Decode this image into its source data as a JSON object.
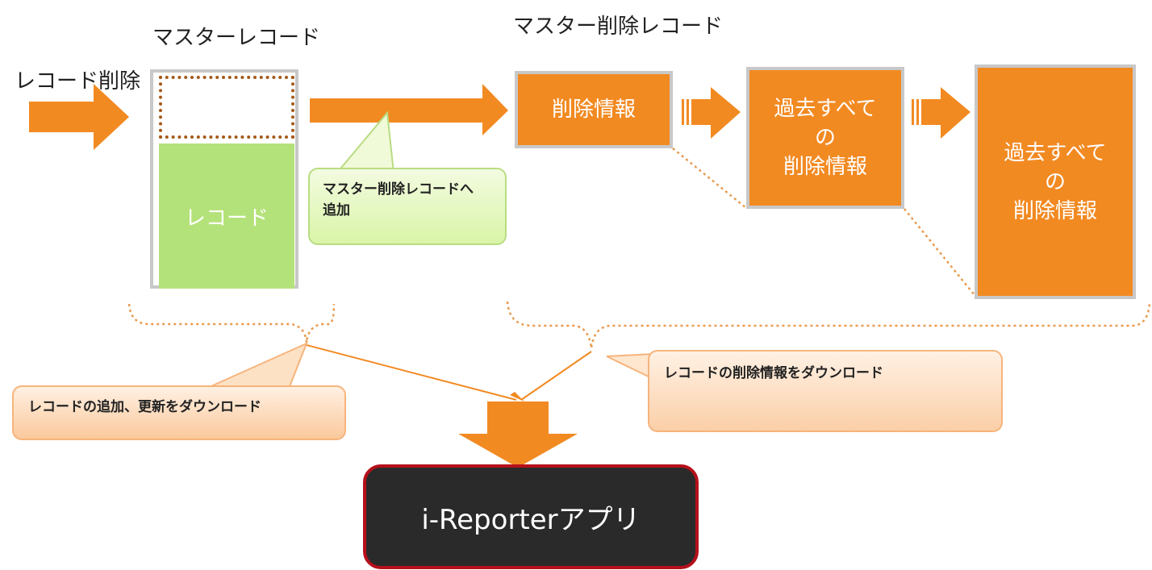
{
  "labels": {
    "master_record": "マスターレコード",
    "master_delete_record": "マスター削除レコード",
    "record_delete": "レコード削除",
    "record": "レコード"
  },
  "boxes": {
    "delete_info": "削除情報",
    "past_all_line1": "過去すべて",
    "past_all_line2": "の",
    "past_all_line3": "削除情報"
  },
  "callouts": {
    "add_to_master_delete_line1": "マスター削除レコードへ",
    "add_to_master_delete_line2": "追加",
    "download_add_update": "レコードの追加、更新をダウンロード",
    "download_delete_info": "レコードの削除情報をダウンロード"
  },
  "app": {
    "name": "i-Reporterアプリ"
  },
  "colors": {
    "orange": "#f28a22",
    "green": "#b4e27a",
    "app_bg": "#2a2a2a",
    "app_border": "#b5101b"
  }
}
